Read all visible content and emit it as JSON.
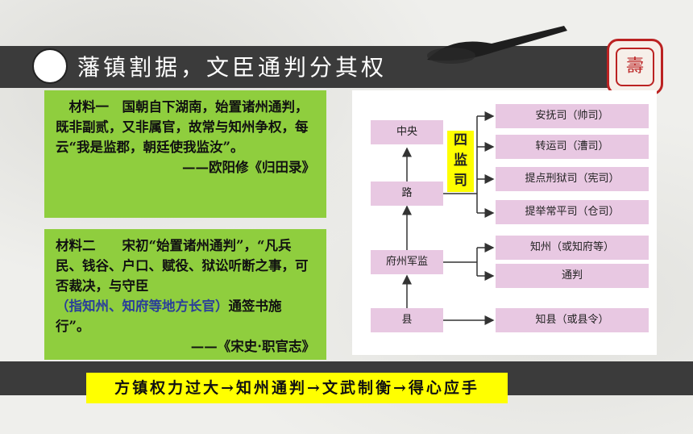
{
  "title": "藩镇割据，文臣通判分其权",
  "seal_glyph": "壽",
  "material1": {
    "text": "材料一　国朝自下湖南，始置诸州通判，既非副贰，又非属官，故常与知州争权，每云“我是监郡，朝廷使我监汝”。",
    "source": "——欧阳修《归田录》"
  },
  "material2": {
    "text_a": "材料二　　宋初“始置诸州通判”，“凡兵民、钱谷、户口、赋役、狱讼听断之事，可否裁决，与守臣",
    "text_blue": "（指知州、知府等地方长官）",
    "text_b": "通签书施行”。",
    "source": "——《宋史·职官志》"
  },
  "diagram": {
    "left_nodes": [
      "中央",
      "路",
      "府州军监",
      "县"
    ],
    "four_label": "四监司",
    "right_nodes": [
      "安抚司（帅司）",
      "转运司（漕司）",
      "提点刑狱司（宪司）",
      "提举常平司（仓司）",
      "知州（或知府等）",
      "通判",
      "知县（或县令）"
    ]
  },
  "summary": "方镇权力过大→知州通判→文武制衡→得心应手",
  "colors": {
    "green": "#8fce3e",
    "yellow": "#ffff00",
    "pink": "#e8c8e2",
    "dark": "#3b3b3b"
  }
}
